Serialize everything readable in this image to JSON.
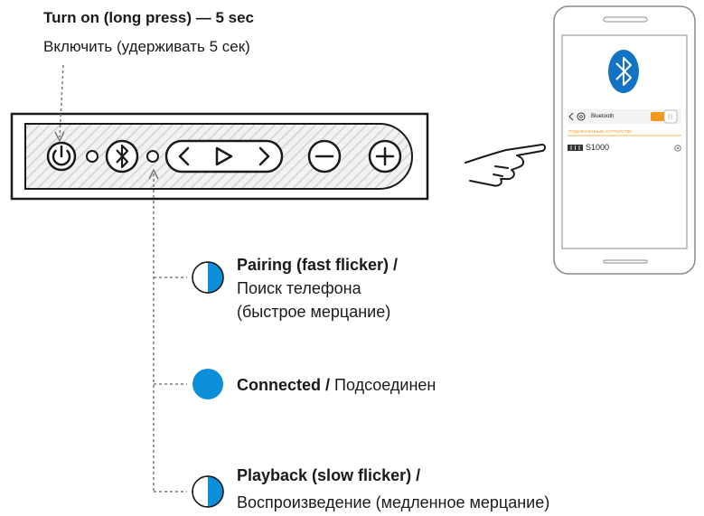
{
  "header": {
    "turn_on_en": "Turn on (long press)  — 5 sec",
    "turn_on_ru": "Включить (удерживать 5 сек)"
  },
  "states": [
    {
      "bold": "Pairing (fast flicker) /",
      "line2": "Поиск телефона",
      "line3": "(быстрое мерцание)",
      "led": "half"
    },
    {
      "bold": "Connected /",
      "rest": " Подсоединен",
      "led": "full"
    },
    {
      "bold": "Playback (slow flicker) /",
      "line2": "Воспроизведение (медленное мерцание)",
      "led": "half"
    }
  ],
  "phone": {
    "setting_label": "Bluetooth",
    "section_label": "ПОДКЛЮЧЕННЫЕ УСТРОЙСТВА",
    "device_name": "S1000"
  },
  "colors": {
    "led_blue": "#0a8fd8",
    "bt_blue": "#1273c4",
    "accent_orange": "#f39a1e"
  }
}
